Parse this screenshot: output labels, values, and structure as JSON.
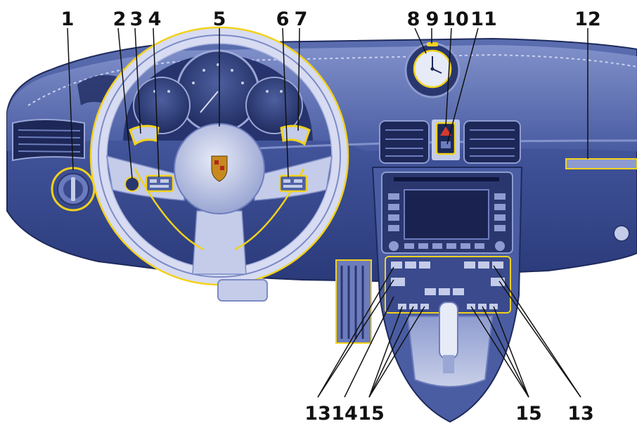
{
  "diagram": {
    "callouts": {
      "top": [
        "1",
        "2",
        "3",
        "4",
        "5",
        "6",
        "7",
        "8",
        "9",
        "10",
        "11",
        "12"
      ],
      "bottom": [
        "13",
        "14",
        "15",
        "15",
        "13"
      ]
    },
    "colors": {
      "dash_dark": "#2b3a78",
      "dash_mid": "#4f62a6",
      "dash_light": "#8d9bd0",
      "dash_pale": "#c4cce9",
      "highlight": "#f2d21c",
      "badge": "#c88a1f",
      "label": "#111111"
    }
  }
}
